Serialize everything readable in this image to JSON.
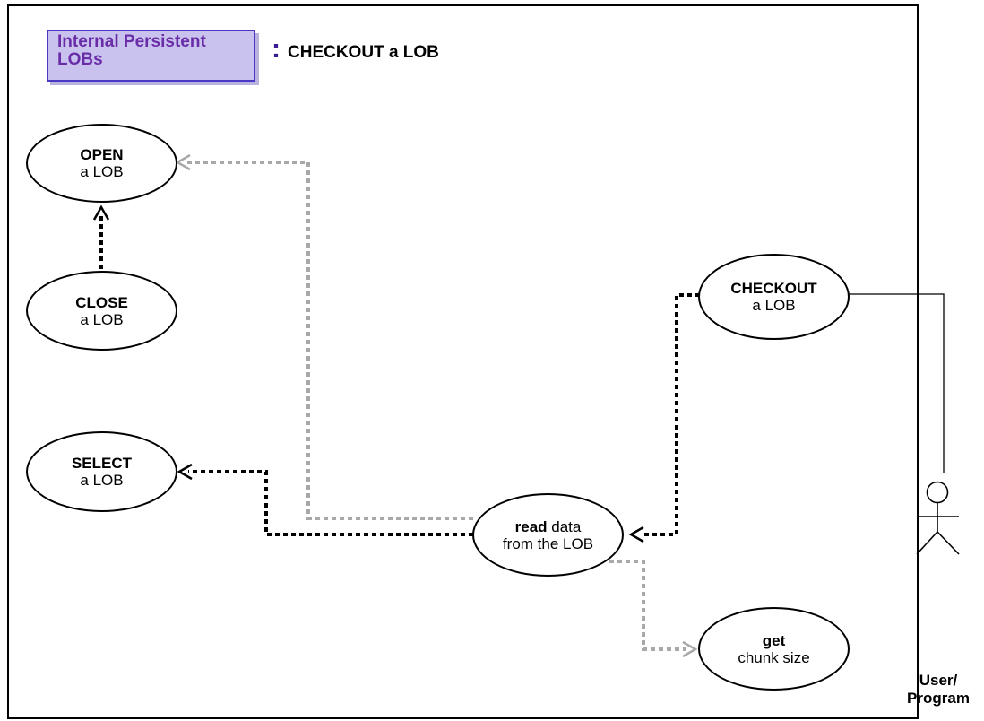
{
  "diagram": {
    "category": "Internal Persistent LOBs",
    "colon": ":",
    "title": "CHECKOUT a LOB",
    "use_cases": {
      "open": {
        "bold": "OPEN",
        "rest": "a LOB"
      },
      "close": {
        "bold": "CLOSE",
        "rest": "a LOB"
      },
      "select": {
        "bold": "SELECT",
        "rest": "a LOB"
      },
      "checkout": {
        "bold": "CHECKOUT",
        "rest": "a LOB"
      },
      "read": {
        "bold": "read",
        "rest_inline": " data",
        "line2": "from the LOB"
      },
      "get": {
        "bold": "get",
        "rest": "chunk size"
      }
    },
    "actor": {
      "label": "User/ Program"
    },
    "colors": {
      "title_fill": "#c9c2ee",
      "title_border": "#4b39c6",
      "title_text": "#6a2da8",
      "required_link": "#000000",
      "optional_link": "#a8a8a8"
    }
  }
}
